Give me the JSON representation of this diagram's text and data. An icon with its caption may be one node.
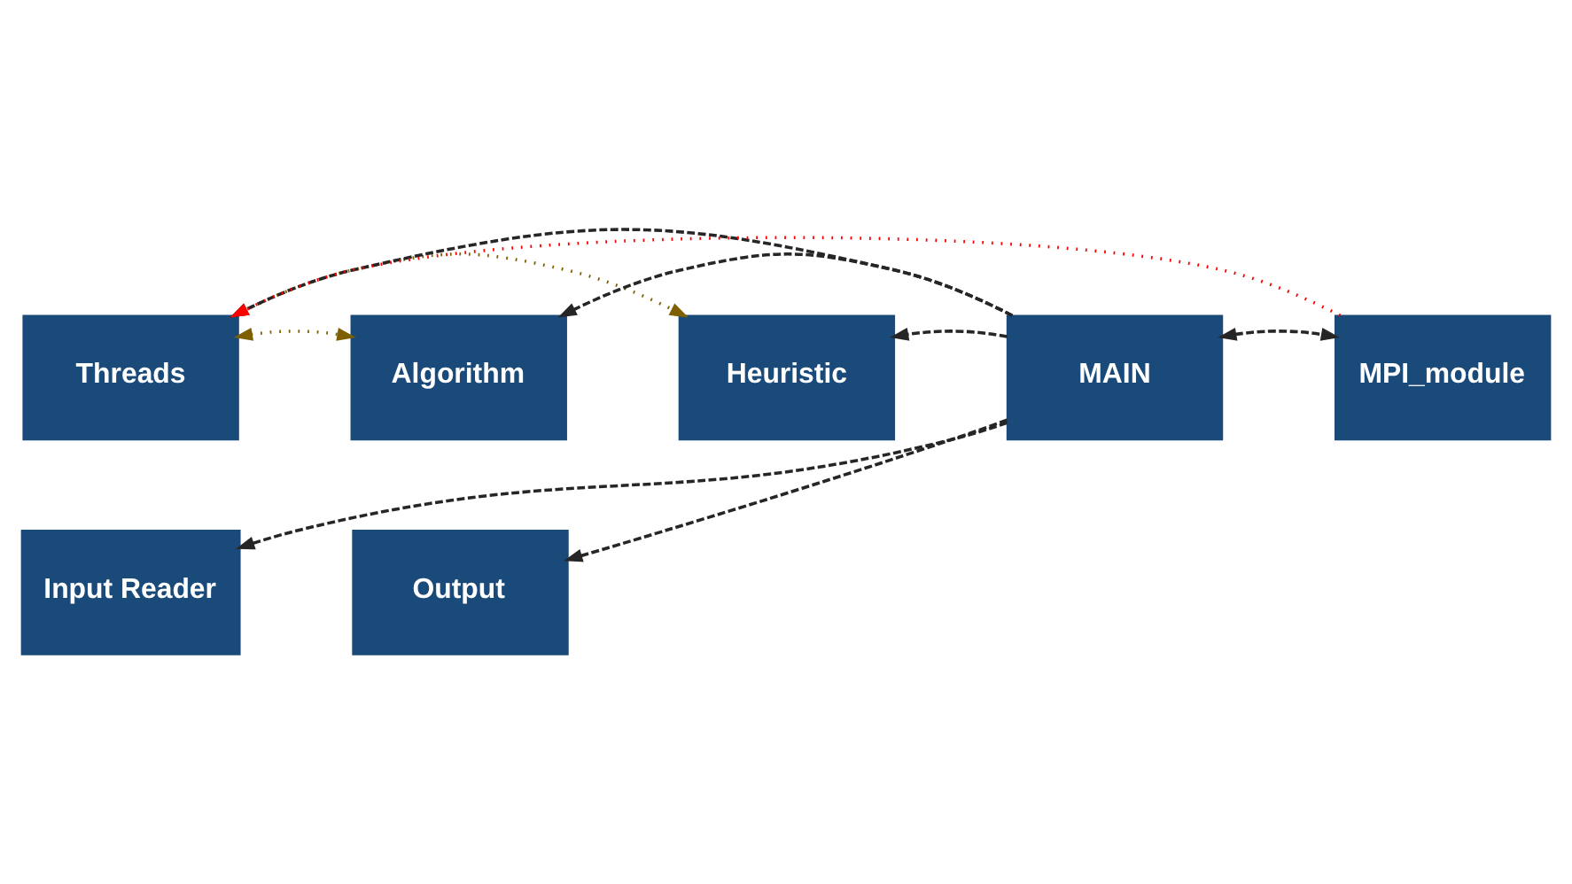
{
  "diagram": {
    "nodes": [
      {
        "text": [
          "Threads"
        ]
      },
      {
        "text": [
          "Algorithm"
        ]
      },
      {
        "text": [
          "Heuristic"
        ]
      },
      {
        "text": [
          "MAIN"
        ]
      },
      {
        "text": [
          "MPI_module"
        ]
      },
      {
        "text": [
          "Input Reader"
        ]
      },
      {
        "text": [
          "Output"
        ]
      }
    ],
    "edges": [
      {
        "from": 0,
        "to": 1,
        "arrow": "both",
        "style": "dashed",
        "color": "#7f6000"
      },
      {
        "from": 4,
        "to": 0,
        "arrow": "to",
        "style": "dashed",
        "color": "#ff0000"
      },
      {
        "from": 0,
        "to": 2,
        "arrow": "to",
        "style": "dashed",
        "color": "#7f6000"
      },
      {
        "from": 3,
        "to": 0,
        "arrow": "to"
      },
      {
        "from": 3,
        "to": 2,
        "arrow": "to"
      },
      {
        "from": 3,
        "to": 5,
        "arrow": "to"
      },
      {
        "from": 3,
        "to": 1,
        "arrow": "to"
      },
      {
        "from": 3,
        "to": 4,
        "arrow": "both"
      },
      {
        "from": 3,
        "to": 6,
        "arrow": "to"
      }
    ]
  }
}
